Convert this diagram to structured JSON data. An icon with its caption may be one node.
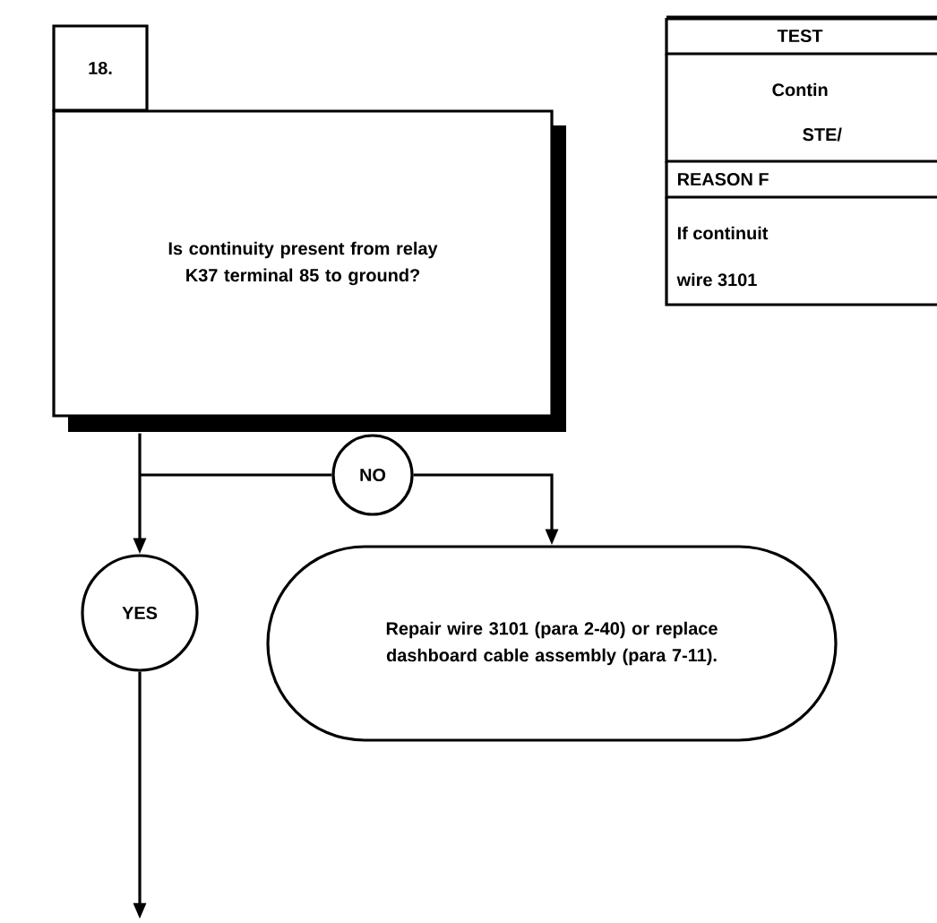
{
  "diagram": {
    "nodes": [
      {
        "text": [
          "18."
        ]
      },
      {
        "text": [
          "Is continuity present from relay K37 terminal 85 to ground?"
        ]
      },
      {
        "text": [
          "NO"
        ]
      },
      {
        "text": [
          "YES"
        ]
      },
      {
        "text": [
          "Repair wire 3101 (para 2-40) or replace dashboard cable assembly (para 7-11)."
        ]
      }
    ],
    "edges": [
      {
        "from": 1,
        "to": 3,
        "arrow": "to"
      },
      {
        "from": 1,
        "to": 2,
        "arrow": "none"
      },
      {
        "from": 2,
        "to": 4,
        "arrow": "to"
      },
      {
        "from": 3,
        "to": null,
        "arrow": "to"
      }
    ],
    "labels": [
      "TEST",
      "Contin",
      "STE/",
      "REASON F",
      "If continuit",
      "wire 3101"
    ]
  }
}
